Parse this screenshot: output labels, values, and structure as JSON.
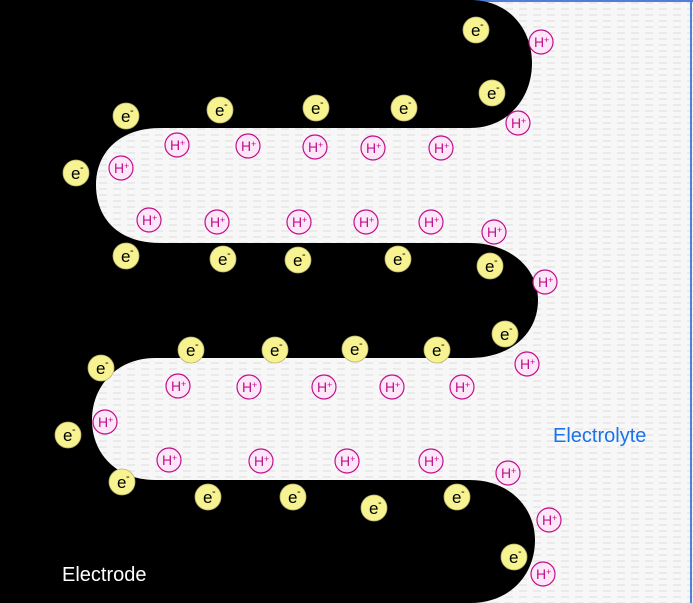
{
  "labels": {
    "electrode": "Electrode",
    "electrolyte": "Electrolyte"
  },
  "particles": {
    "electron_symbol": "e",
    "electron_charge": "-",
    "proton_symbol": "H",
    "proton_charge": "+"
  },
  "colors": {
    "electrode": "#000000",
    "electrolyte_background": "#f2f2f2",
    "electron_fill": "#f7f391",
    "proton_fill": "#fce6f7",
    "proton_stroke": "#c0108a",
    "electrolyte_text": "#1a73e8",
    "border": "#4f7fd8"
  }
}
